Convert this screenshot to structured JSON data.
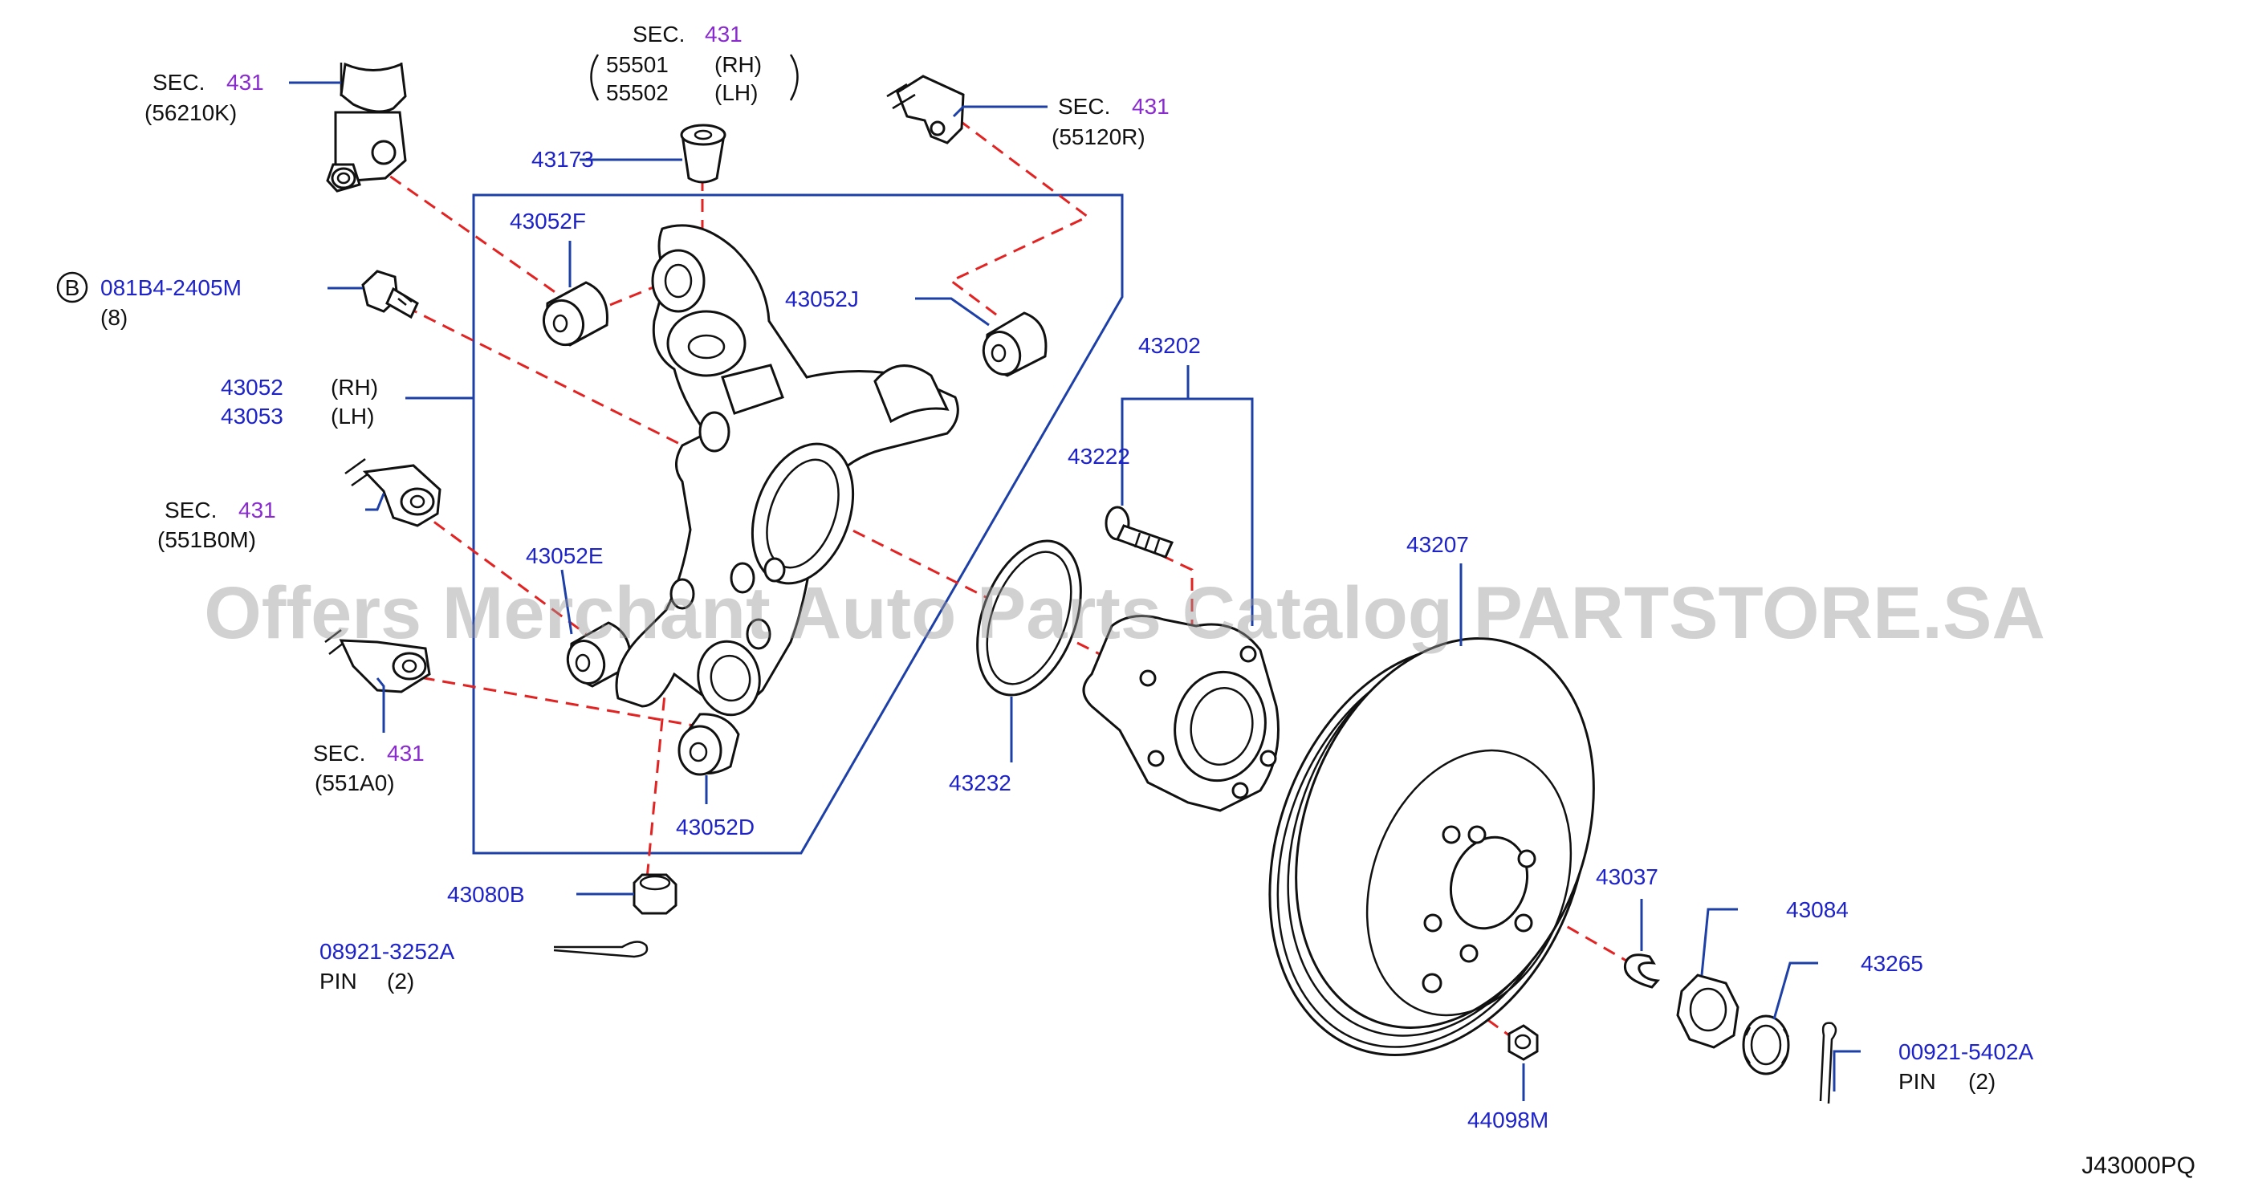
{
  "watermark": "Offers Merchant Auto Parts Catalog PARTSTORE.SA",
  "diagram_id": "J43000PQ",
  "colors": {
    "part_number": "#1d23c9",
    "section_ref": "#8a2bd0",
    "leader": "#1d3fa8",
    "dashed_guide": "#e32222"
  },
  "labels": {
    "sec_56210k": {
      "sec": "SEC.",
      "num": "431",
      "sub": "(56210K)"
    },
    "sec_top": {
      "sec": "SEC.",
      "num": "431",
      "a_num": "55501",
      "a_side": "(RH)",
      "b_num": "55502",
      "b_side": "(LH)"
    },
    "sec_55120r": {
      "sec": "SEC.",
      "num": "431",
      "sub": "(55120R)"
    },
    "p43173": "43173",
    "p43052f": "43052F",
    "bolt": {
      "circle": "B",
      "num": "081B4-2405M",
      "qty": "(8)"
    },
    "p43052j": "43052J",
    "knuckle": {
      "rh_num": "43052",
      "rh_side": "(RH)",
      "lh_num": "43053",
      "lh_side": "(LH)"
    },
    "sec_551b0m": {
      "sec": "SEC.",
      "num": "431",
      "sub": "(551B0M)"
    },
    "p43052e": "43052E",
    "sec_551a0": {
      "sec": "SEC.",
      "num": "431",
      "sub": "(551A0)"
    },
    "p43052d": "43052D",
    "p43080b": "43080B",
    "pin1": {
      "num": "08921-3252A",
      "name": "PIN",
      "qty": "(2)"
    },
    "p43202": "43202",
    "p43222": "43222",
    "p43207": "43207",
    "p43232": "43232",
    "p43037": "43037",
    "p43084": "43084",
    "p43265": "43265",
    "pin2": {
      "num": "00921-5402A",
      "name": "PIN",
      "qty": "(2)"
    },
    "p44098m": "44098M"
  }
}
